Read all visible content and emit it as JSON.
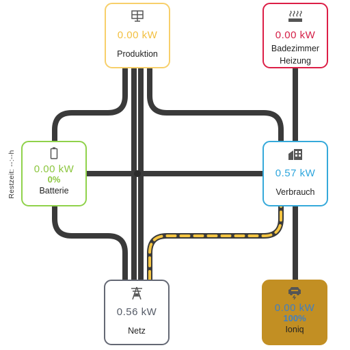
{
  "nodes": {
    "production": {
      "power": "0.00 kW",
      "label": "Produktion"
    },
    "heating": {
      "power": "0.00 kW",
      "label_line1": "Badezimmer",
      "label_line2": "Heizung"
    },
    "battery": {
      "power": "0.00 kW",
      "percent": "0%",
      "label": "Batterie"
    },
    "consumption": {
      "power": "0.57 kW",
      "label": "Verbrauch"
    },
    "grid": {
      "power": "0.56 kW",
      "label": "Netz"
    },
    "car": {
      "power": "0.00 kW",
      "percent": "100%",
      "label": "Ioniq"
    }
  },
  "battery_remaining": "Restzeit: --:--h",
  "colors": {
    "production": "#f7cf6a",
    "heating": "#dc1e46",
    "battery": "#8fd24a",
    "consumption": "#35a9da",
    "grid": "#646874",
    "car": "#c28f23",
    "line": "#3a3a3a",
    "flow_dash": "#f5c542"
  },
  "icons": {
    "production": "solar-panel-icon",
    "heating": "heater-icon",
    "battery": "battery-icon",
    "consumption": "house-icon",
    "grid": "power-tower-icon",
    "car": "car-charging-icon"
  }
}
